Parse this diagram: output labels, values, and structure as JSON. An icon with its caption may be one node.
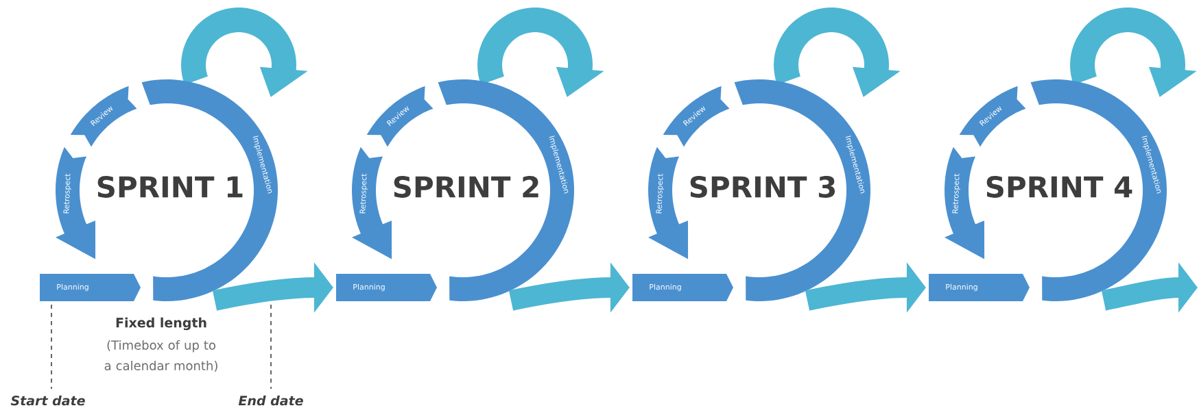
{
  "diagram": {
    "nodes": [
      {
        "text": [
          "Planning"
        ]
      },
      {
        "text": [
          "Implementation"
        ]
      },
      {
        "text": [
          "Review"
        ]
      },
      {
        "text": [
          "Retrospect"
        ]
      },
      {
        "text": [
          "Planning"
        ]
      },
      {
        "text": [
          "Implementation"
        ]
      },
      {
        "text": [
          "Review"
        ]
      },
      {
        "text": [
          "Retrospect"
        ]
      },
      {
        "text": [
          "Planning"
        ]
      },
      {
        "text": [
          "Implementation"
        ]
      },
      {
        "text": [
          "Review"
        ]
      },
      {
        "text": [
          "Retrospect"
        ]
      },
      {
        "text": [
          "Planning"
        ]
      },
      {
        "text": [
          "Implementation"
        ]
      },
      {
        "text": [
          "Review"
        ]
      },
      {
        "text": [
          "Retrospect"
        ]
      }
    ],
    "edges": [
      {
        "from": 1,
        "to": 4,
        "arrow": "to"
      },
      {
        "from": 5,
        "to": 8,
        "arrow": "to"
      },
      {
        "from": 9,
        "to": 12,
        "arrow": "to"
      },
      {
        "from": 13,
        "to": null,
        "arrow": "to"
      }
    ],
    "labels": [
      "SPRINT 1",
      "SPRINT 2",
      "SPRINT 3",
      "SPRINT 4",
      "Fixed length",
      "(Timebox of up to a calendar month)",
      "Start date",
      "End date"
    ]
  }
}
